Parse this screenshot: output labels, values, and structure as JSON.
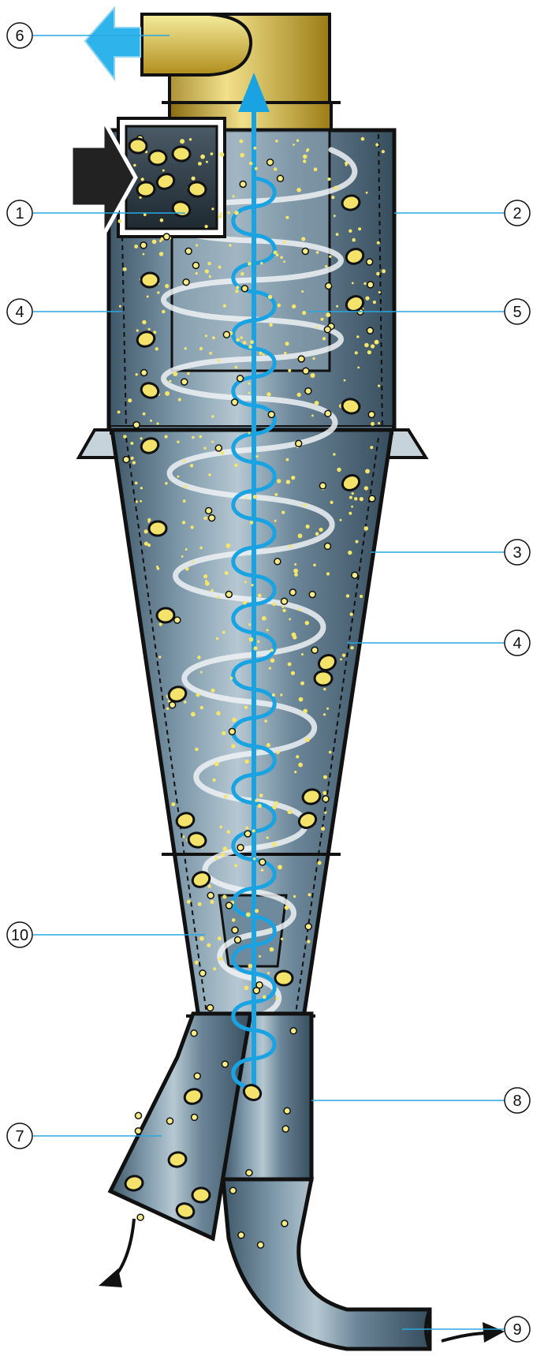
{
  "callouts": [
    {
      "id": "c6",
      "label": "6"
    },
    {
      "id": "c1",
      "label": "1"
    },
    {
      "id": "c4a",
      "label": "4"
    },
    {
      "id": "c10",
      "label": "10"
    },
    {
      "id": "c7",
      "label": "7"
    },
    {
      "id": "c2",
      "label": "2"
    },
    {
      "id": "c5",
      "label": "5"
    },
    {
      "id": "c3",
      "label": "3"
    },
    {
      "id": "c4b",
      "label": "4"
    },
    {
      "id": "c8",
      "label": "8"
    },
    {
      "id": "c9",
      "label": "9"
    }
  ],
  "colors": {
    "leader": "#29a8e0",
    "airflow_blue": "#1aa3e3",
    "body_steel": "#5f7c90",
    "outline": "#111111",
    "particle": "#f5e66a",
    "duct_gold": "#c9a227"
  },
  "icons": {
    "inlet_arrow": "right-arrow-icon",
    "outlet_arrow": "left-arrow-icon",
    "discharge_arrow_left": "curved-arrow-down-icon",
    "discharge_arrow_right": "curved-arrow-right-icon"
  }
}
